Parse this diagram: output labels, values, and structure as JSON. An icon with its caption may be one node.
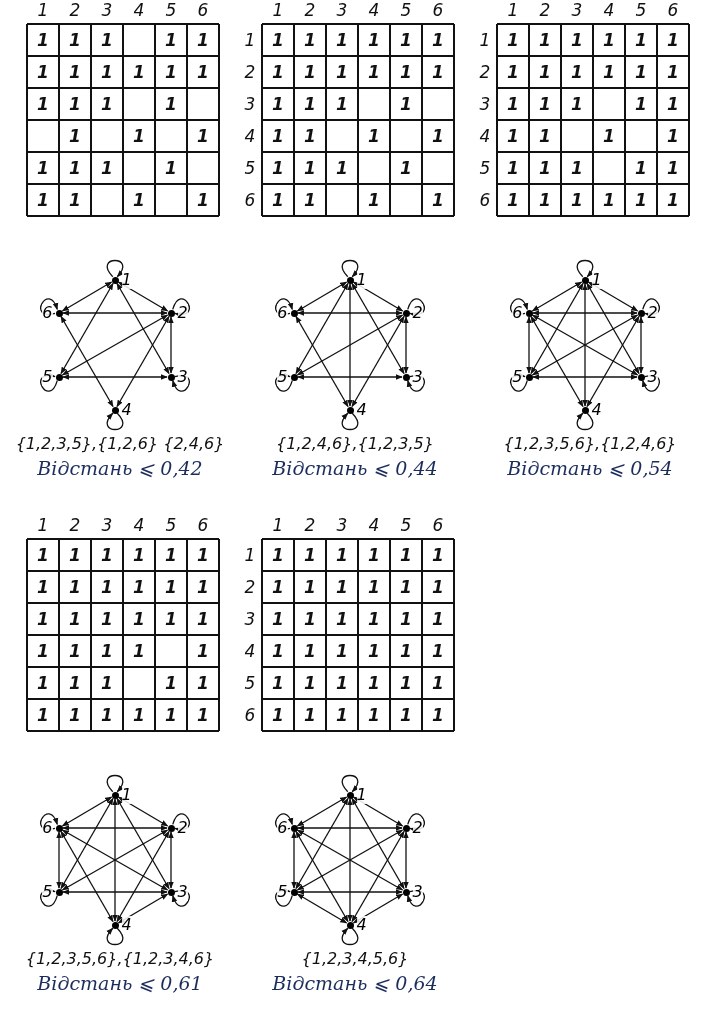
{
  "diagram": {
    "nodes": [
      {
        "text": [
          "1"
        ]
      },
      {
        "text": [
          "2"
        ]
      },
      {
        "text": [
          "3"
        ]
      },
      {
        "text": [
          "4"
        ]
      },
      {
        "text": [
          "5"
        ]
      },
      {
        "text": [
          "6"
        ]
      },
      {
        "text": [
          "1"
        ]
      },
      {
        "text": [
          "2"
        ]
      },
      {
        "text": [
          "3"
        ]
      },
      {
        "text": [
          "4"
        ]
      },
      {
        "text": [
          "5"
        ]
      },
      {
        "text": [
          "6"
        ]
      },
      {
        "text": [
          "1"
        ]
      },
      {
        "text": [
          "2"
        ]
      },
      {
        "text": [
          "3"
        ]
      },
      {
        "text": [
          "4"
        ]
      },
      {
        "text": [
          "5"
        ]
      },
      {
        "text": [
          "6"
        ]
      },
      {
        "text": [
          "1"
        ]
      },
      {
        "text": [
          "2"
        ]
      },
      {
        "text": [
          "3"
        ]
      },
      {
        "text": [
          "4"
        ]
      },
      {
        "text": [
          "5"
        ]
      },
      {
        "text": [
          "6"
        ]
      },
      {
        "text": [
          "1"
        ]
      },
      {
        "text": [
          "2"
        ]
      },
      {
        "text": [
          "3"
        ]
      },
      {
        "text": [
          "4"
        ]
      },
      {
        "text": [
          "5"
        ]
      },
      {
        "text": [
          "6"
        ]
      }
    ],
    "edges": [
      {
        "from": 0,
        "to": 0,
        "arrow": "to"
      },
      {
        "from": 1,
        "to": 1,
        "arrow": "to"
      },
      {
        "from": 2,
        "to": 2,
        "arrow": "to"
      },
      {
        "from": 3,
        "to": 3,
        "arrow": "to"
      },
      {
        "from": 4,
        "to": 4,
        "arrow": "to"
      },
      {
        "from": 5,
        "to": 5,
        "arrow": "to"
      },
      {
        "from": 0,
        "to": 1,
        "arrow": "both"
      },
      {
        "from": 0,
        "to": 2,
        "arrow": "both"
      },
      {
        "from": 0,
        "to": 4,
        "arrow": "both"
      },
      {
        "from": 0,
        "to": 5,
        "arrow": "both"
      },
      {
        "from": 1,
        "to": 2,
        "arrow": "both"
      },
      {
        "from": 1,
        "to": 3,
        "arrow": "both"
      },
      {
        "from": 1,
        "to": 4,
        "arrow": "both"
      },
      {
        "from": 1,
        "to": 5,
        "arrow": "both"
      },
      {
        "from": 2,
        "to": 4,
        "arrow": "both"
      },
      {
        "from": 3,
        "to": 5,
        "arrow": "both"
      },
      {
        "from": 6,
        "to": 6,
        "arrow": "to"
      },
      {
        "from": 7,
        "to": 7,
        "arrow": "to"
      },
      {
        "from": 8,
        "to": 8,
        "arrow": "to"
      },
      {
        "from": 9,
        "to": 9,
        "arrow": "to"
      },
      {
        "from": 10,
        "to": 10,
        "arrow": "to"
      },
      {
        "from": 11,
        "to": 11,
        "arrow": "to"
      },
      {
        "from": 6,
        "to": 7,
        "arrow": "both"
      },
      {
        "from": 6,
        "to": 8,
        "arrow": "both"
      },
      {
        "from": 6,
        "to": 9,
        "arrow": "both"
      },
      {
        "from": 6,
        "to": 10,
        "arrow": "both"
      },
      {
        "from": 6,
        "to": 11,
        "arrow": "both"
      },
      {
        "from": 7,
        "to": 8,
        "arrow": "both"
      },
      {
        "from": 7,
        "to": 9,
        "arrow": "both"
      },
      {
        "from": 7,
        "to": 10,
        "arrow": "both"
      },
      {
        "from": 7,
        "to": 11,
        "arrow": "both"
      },
      {
        "from": 8,
        "to": 10,
        "arrow": "both"
      },
      {
        "from": 9,
        "to": 11,
        "arrow": "both"
      },
      {
        "from": 12,
        "to": 12,
        "arrow": "to"
      },
      {
        "from": 13,
        "to": 13,
        "arrow": "to"
      },
      {
        "from": 14,
        "to": 14,
        "arrow": "to"
      },
      {
        "from": 15,
        "to": 15,
        "arrow": "to"
      },
      {
        "from": 16,
        "to": 16,
        "arrow": "to"
      },
      {
        "from": 17,
        "to": 17,
        "arrow": "to"
      },
      {
        "from": 12,
        "to": 13,
        "arrow": "both"
      },
      {
        "from": 12,
        "to": 14,
        "arrow": "both"
      },
      {
        "from": 12,
        "to": 15,
        "arrow": "both"
      },
      {
        "from": 12,
        "to": 16,
        "arrow": "both"
      },
      {
        "from": 12,
        "to": 17,
        "arrow": "both"
      },
      {
        "from": 13,
        "to": 14,
        "arrow": "both"
      },
      {
        "from": 13,
        "to": 15,
        "arrow": "both"
      },
      {
        "from": 13,
        "to": 16,
        "arrow": "both"
      },
      {
        "from": 13,
        "to": 17,
        "arrow": "both"
      },
      {
        "from": 14,
        "to": 16,
        "arrow": "both"
      },
      {
        "from": 14,
        "to": 17,
        "arrow": "both"
      },
      {
        "from": 15,
        "to": 17,
        "arrow": "both"
      },
      {
        "from": 16,
        "to": 17,
        "arrow": "both"
      },
      {
        "from": 18,
        "to": 18,
        "arrow": "to"
      },
      {
        "from": 19,
        "to": 19,
        "arrow": "to"
      },
      {
        "from": 20,
        "to": 20,
        "arrow": "to"
      },
      {
        "from": 21,
        "to": 21,
        "arrow": "to"
      },
      {
        "from": 22,
        "to": 22,
        "arrow": "to"
      },
      {
        "from": 23,
        "to": 23,
        "arrow": "to"
      },
      {
        "from": 18,
        "to": 19,
        "arrow": "both"
      },
      {
        "from": 18,
        "to": 20,
        "arrow": "both"
      },
      {
        "from": 18,
        "to": 21,
        "arrow": "both"
      },
      {
        "from": 18,
        "to": 22,
        "arrow": "both"
      },
      {
        "from": 18,
        "to": 23,
        "arrow": "both"
      },
      {
        "from": 19,
        "to": 20,
        "arrow": "both"
      },
      {
        "from": 19,
        "to": 21,
        "arrow": "both"
      },
      {
        "from": 19,
        "to": 22,
        "arrow": "both"
      },
      {
        "from": 19,
        "to": 23,
        "arrow": "both"
      },
      {
        "from": 20,
        "to": 21,
        "arrow": "both"
      },
      {
        "from": 20,
        "to": 22,
        "arrow": "both"
      },
      {
        "from": 20,
        "to": 23,
        "arrow": "both"
      },
      {
        "from": 21,
        "to": 23,
        "arrow": "both"
      },
      {
        "from": 22,
        "to": 23,
        "arrow": "both"
      },
      {
        "from": 24,
        "to": 24,
        "arrow": "to"
      },
      {
        "from": 25,
        "to": 25,
        "arrow": "to"
      },
      {
        "from": 26,
        "to": 26,
        "arrow": "to"
      },
      {
        "from": 27,
        "to": 27,
        "arrow": "to"
      },
      {
        "from": 28,
        "to": 28,
        "arrow": "to"
      },
      {
        "from": 29,
        "to": 29,
        "arrow": "to"
      },
      {
        "from": 24,
        "to": 25,
        "arrow": "both"
      },
      {
        "from": 24,
        "to": 26,
        "arrow": "both"
      },
      {
        "from": 24,
        "to": 27,
        "arrow": "both"
      },
      {
        "from": 24,
        "to": 28,
        "arrow": "both"
      },
      {
        "from": 24,
        "to": 29,
        "arrow": "both"
      },
      {
        "from": 25,
        "to": 26,
        "arrow": "both"
      },
      {
        "from": 25,
        "to": 27,
        "arrow": "both"
      },
      {
        "from": 25,
        "to": 28,
        "arrow": "both"
      },
      {
        "from": 25,
        "to": 29,
        "arrow": "both"
      },
      {
        "from": 26,
        "to": 27,
        "arrow": "both"
      },
      {
        "from": 26,
        "to": 28,
        "arrow": "both"
      },
      {
        "from": 26,
        "to": 29,
        "arrow": "both"
      },
      {
        "from": 27,
        "to": 28,
        "arrow": "both"
      },
      {
        "from": 27,
        "to": 29,
        "arrow": "both"
      },
      {
        "from": 28,
        "to": 29,
        "arrow": "both"
      }
    ],
    "labels": [
      "1",
      "2",
      "3",
      "4",
      "5",
      "6",
      "1",
      "1",
      "1",
      "1",
      "1",
      "1",
      "1",
      "1",
      "1",
      "1",
      "1",
      "1",
      "1",
      "1",
      "1",
      "1",
      "1",
      "1",
      "1",
      "1",
      "1",
      "1",
      "1",
      "1",
      "1",
      "1",
      "{1,2,3,5},{1,2,6} {2,4,6}",
      "Відстань ⩽ 0,42",
      "1",
      "2",
      "3",
      "4",
      "5",
      "6",
      "1",
      "1",
      "1",
      "1",
      "1",
      "1",
      "1",
      "2",
      "1",
      "1",
      "1",
      "1",
      "1",
      "1",
      "3",
      "1",
      "1",
      "1",
      "1",
      "4",
      "1",
      "1",
      "1",
      "1",
      "5",
      "1",
      "1",
      "1",
      "1",
      "6",
      "1",
      "1",
      "1",
      "1",
      "{1,2,4,6},{1,2,3,5}",
      "Відстань ⩽ 0,44",
      "1",
      "2",
      "3",
      "4",
      "5",
      "6",
      "1",
      "1",
      "1",
      "1",
      "1",
      "1",
      "1",
      "2",
      "1",
      "1",
      "1",
      "1",
      "1",
      "1",
      "3",
      "1",
      "1",
      "1",
      "1",
      "1",
      "4",
      "1",
      "1",
      "1",
      "1",
      "5",
      "1",
      "1",
      "1",
      "1",
      "1",
      "6",
      "1",
      "1",
      "1",
      "1",
      "1",
      "1",
      "{1,2,3,5,6},{1,2,4,6}",
      "Відстань ⩽ 0,54",
      "1",
      "2",
      "3",
      "4",
      "5",
      "6",
      "1",
      "1",
      "1",
      "1",
      "1",
      "1",
      "1",
      "1",
      "1",
      "1",
      "1",
      "1",
      "1",
      "1",
      "1",
      "1",
      "1",
      "1",
      "1",
      "1",
      "1",
      "1",
      "1",
      "1",
      "1",
      "1",
      "1",
      "1",
      "1",
      "1",
      "1",
      "1",
      "1",
      "1",
      "{1,2,3,5,6},{1,2,3,4,6}",
      "Відстань ⩽ 0,61",
      "1",
      "2",
      "3",
      "4",
      "5",
      "6",
      "1",
      "1",
      "1",
      "1",
      "1",
      "1",
      "1",
      "2",
      "1",
      "1",
      "1",
      "1",
      "1",
      "1",
      "3",
      "1",
      "1",
      "1",
      "1",
      "1",
      "1",
      "4",
      "1",
      "1",
      "1",
      "1",
      "1",
      "1",
      "5",
      "1",
      "1",
      "1",
      "1",
      "1",
      "1",
      "6",
      "1",
      "1",
      "1",
      "1",
      "1",
      "1",
      "{1,2,3,4,5,6}",
      "Відстань ⩽ 0,64"
    ]
  }
}
